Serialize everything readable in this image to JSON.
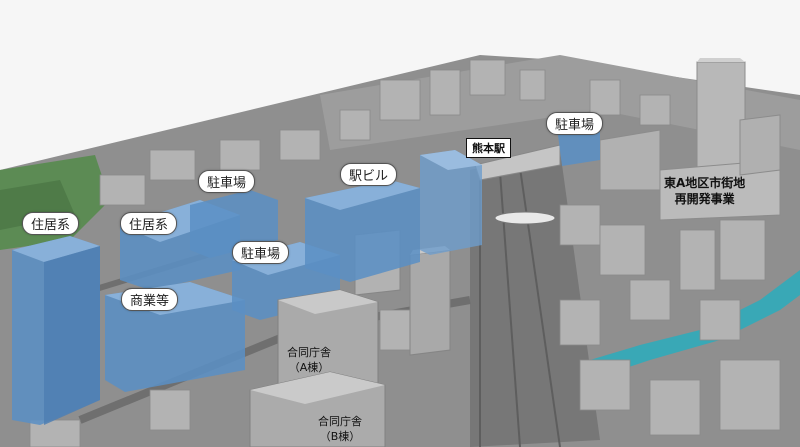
{
  "labels": {
    "residential_left": "住居系",
    "residential_mid": "住居系",
    "commercial": "商業等",
    "parking_left": "駐車場",
    "parking_mid": "駐車場",
    "parking_right": "駐車場",
    "station_building": "駅ビル",
    "station_name": "熊本駅",
    "redevelopment_line1": "東A地区市街地",
    "redevelopment_line2": "再開発事業",
    "gov_a_line1": "合同庁舎",
    "gov_a_line2": "（A棟）",
    "gov_b_line1": "合同庁舎",
    "gov_b_line2": "（B棟）"
  },
  "colors": {
    "proposed_building": "#5b8fc4",
    "existing_building": "#a8a8a8",
    "ground": "#8d8d8d",
    "river": "#39a8b6",
    "hillside": "#5c8b54"
  }
}
